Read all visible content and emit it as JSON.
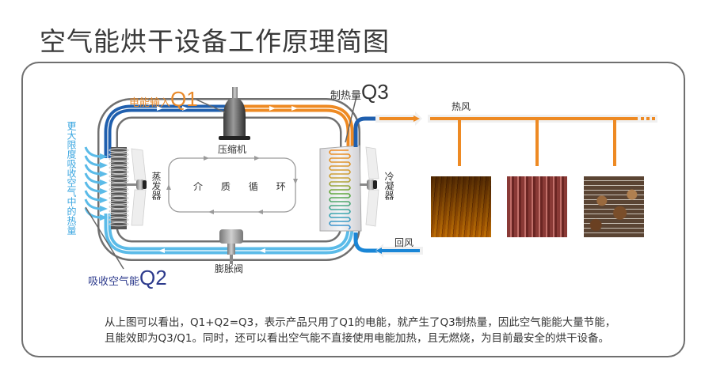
{
  "title": "空气能烘干设备工作原理简图",
  "labels": {
    "q1_prefix": "电能输入",
    "q1": "Q1",
    "q2_prefix": "吸收空气能",
    "q2": "Q2",
    "q3_prefix": "制热量",
    "q3": "Q3",
    "compressor": "压缩机",
    "evaporator": "蒸发器",
    "condenser": "冷凝器",
    "expansion_valve": "膨胀阀",
    "medium_cycle": [
      "介",
      "质",
      "循",
      "环"
    ],
    "hot_air": "热风",
    "return_air": "回风",
    "side_note": "更大限度吸收空气中的热量"
  },
  "description": [
    "从上图可以看出，Q1+Q2=Q3，表示产品只用了Q1的电能，就产生了Q3制热量，因此空气能能大量节能，",
    "且能效即为Q3/Q1。同时，还可以看出空气能不直接使用电能加热，且无燃烧，为目前最安全的烘干设备。"
  ],
  "colors": {
    "hot": "#ee8a23",
    "cold_dark": "#1f5fae",
    "cold_light": "#5bbbe8",
    "pipe_gray": "#707070",
    "q2_navy": "#2c3a8c"
  },
  "photos": [
    "tobacco-drying-photo",
    "sausage-drying-photo",
    "mushroom-drying-photo"
  ]
}
